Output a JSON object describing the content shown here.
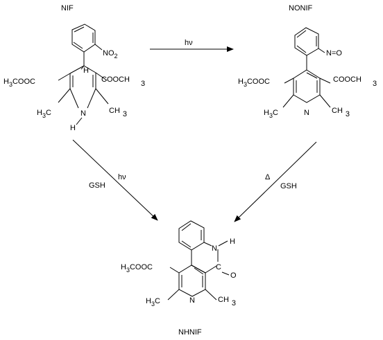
{
  "compounds": {
    "nif": {
      "name": "NIF",
      "nitro": "NO",
      "nitro_sub": "2",
      "h_bridge": "H",
      "ester_left": "H",
      "ester_left_sub": "3",
      "ester_left_rest": "COOC",
      "ester_right": "COOCH",
      "ester_right_sub": "3",
      "me_left": "H",
      "me_left_sub": "3",
      "me_left_rest": "C",
      "me_right": "CH",
      "me_right_sub": "3",
      "ring_n": "N",
      "ring_nh": "H"
    },
    "nonif": {
      "name": "NONIF",
      "nitroso": "N=O",
      "ester_left": "H",
      "ester_left_sub": "3",
      "ester_left_rest": "COOC",
      "ester_right": "COOCH",
      "ester_right_sub": "3",
      "me_left": "H",
      "me_left_sub": "3",
      "me_left_rest": "C",
      "me_right": "CH",
      "me_right_sub": "3",
      "ring_n": "N"
    },
    "nhnif": {
      "name": "NHNIF",
      "amide_nh": "N",
      "amide_h": "H",
      "carbonyl_c": "C",
      "carbonyl_o": "O",
      "ester_left": "H",
      "ester_left_sub": "3",
      "ester_left_rest": "COOC",
      "me_left": "H",
      "me_left_sub": "3",
      "me_left_rest": "C",
      "me_right": "CH",
      "me_right_sub": "3",
      "ring_n": "N"
    }
  },
  "arrows": {
    "top": {
      "label": "hν"
    },
    "left": {
      "label_top": "hν",
      "label_bottom": "GSH"
    },
    "right": {
      "label_top": "Δ",
      "label_bottom": "GSH"
    }
  }
}
